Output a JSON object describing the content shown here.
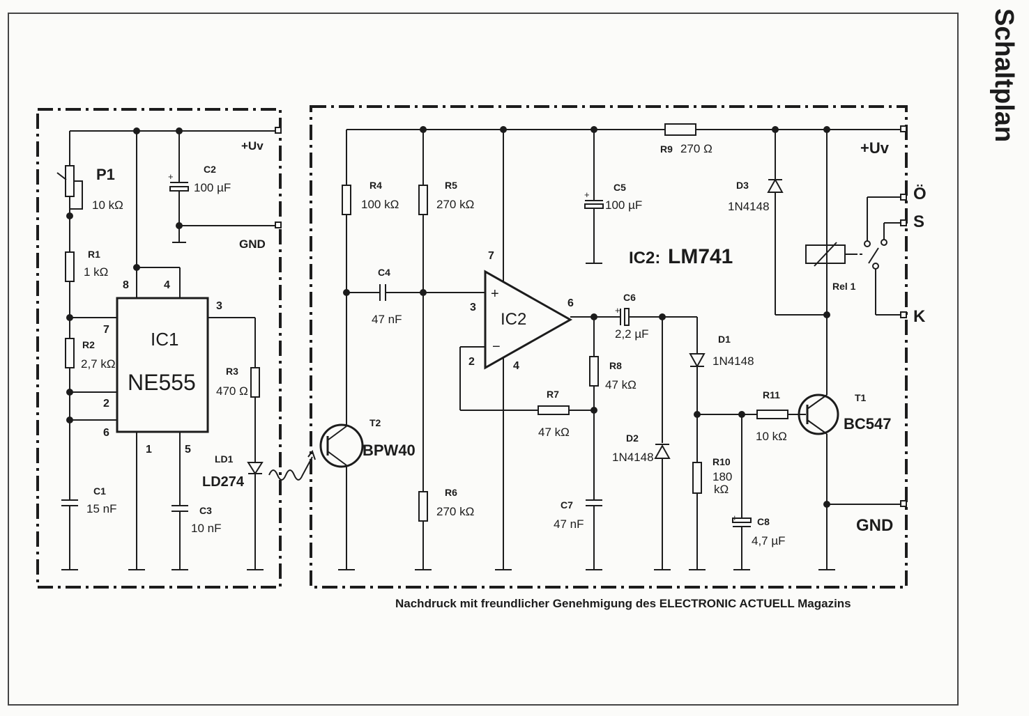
{
  "side_title": "Schaltplan",
  "caption": "Nachdruck mit freundlicher Genehmigung des ELECTRONIC ACTUELL Magazins",
  "colors": {
    "ink": "#1c1c1c",
    "paper": "#fbfbf9"
  },
  "transmitter": {
    "supply": "+Uv",
    "ground": "GND",
    "p1": {
      "ref": "P1",
      "value": "10 kΩ"
    },
    "r1": {
      "ref": "R1",
      "value": "1 kΩ"
    },
    "r2": {
      "ref": "R2",
      "value": "2,7 kΩ"
    },
    "r3": {
      "ref": "R3",
      "value": "470 Ω"
    },
    "c1": {
      "ref": "C1",
      "value": "15 nF"
    },
    "c2": {
      "ref": "C2",
      "value": "100 µF"
    },
    "c3": {
      "ref": "C3",
      "value": "10 nF"
    },
    "ic1": {
      "ref": "IC1",
      "type": "NE555",
      "pins": {
        "p8": "8",
        "p4": "4",
        "p7": "7",
        "p3": "3",
        "p2": "2",
        "p6": "6",
        "p1": "1",
        "p5": "5"
      }
    },
    "ld1": {
      "ref": "LD1",
      "type": "LD274"
    }
  },
  "receiver": {
    "supply": "+Uv",
    "ground": "GND",
    "t2": {
      "ref": "T2",
      "type": "BPW40"
    },
    "r4": {
      "ref": "R4",
      "value": "100 kΩ"
    },
    "r5": {
      "ref": "R5",
      "value": "270 kΩ"
    },
    "r6": {
      "ref": "R6",
      "value": "270 kΩ"
    },
    "r7": {
      "ref": "R7",
      "value": "47 kΩ"
    },
    "r8": {
      "ref": "R8",
      "value": "47 kΩ"
    },
    "r9": {
      "ref": "R9",
      "value": "270 Ω"
    },
    "r10": {
      "ref": "R10",
      "value_line1": "180",
      "value_line2": "kΩ"
    },
    "r11": {
      "ref": "R11",
      "value": "10 kΩ"
    },
    "c4": {
      "ref": "C4",
      "value": "47 nF"
    },
    "c5": {
      "ref": "C5",
      "value": "100 µF"
    },
    "c6": {
      "ref": "C6",
      "value": "2,2 µF"
    },
    "c7": {
      "ref": "C7",
      "value": "47 nF"
    },
    "c8": {
      "ref": "C8",
      "value": "4,7 µF"
    },
    "d1": {
      "ref": "D1",
      "type": "1N4148"
    },
    "d2": {
      "ref": "D2",
      "type": "1N4148"
    },
    "d3": {
      "ref": "D3",
      "type": "1N4148"
    },
    "ic2": {
      "ref": "IC2",
      "title_prefix": "IC2:",
      "title_type": "LM741",
      "plus": "+",
      "minus": "−",
      "pins": {
        "p7": "7",
        "p3": "3",
        "p2": "2",
        "p6": "6",
        "p4": "4"
      }
    },
    "t1": {
      "ref": "T1",
      "type": "BC547"
    },
    "rel1": {
      "ref": "Rel 1"
    },
    "terminals": {
      "o": "Ö",
      "s": "S",
      "k": "K"
    }
  }
}
